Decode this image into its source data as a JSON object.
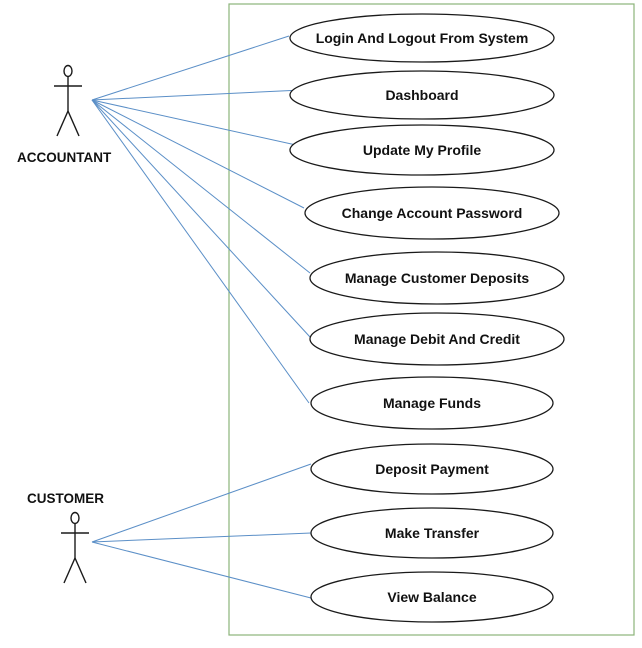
{
  "actors": [
    {
      "id": "accountant",
      "label": "ACCOUNTANT",
      "icon": "stick-figure-icon"
    },
    {
      "id": "customer",
      "label": "CUSTOMER",
      "icon": "stick-figure-icon"
    }
  ],
  "use_cases": [
    {
      "id": "login-logout",
      "label": "Login And Logout From System",
      "actor": "accountant"
    },
    {
      "id": "dashboard",
      "label": "Dashboard",
      "actor": "accountant"
    },
    {
      "id": "update-profile",
      "label": "Update My Profile",
      "actor": "accountant"
    },
    {
      "id": "change-password",
      "label": "Change Account Password",
      "actor": "accountant"
    },
    {
      "id": "manage-deposits",
      "label": "Manage Customer Deposits",
      "actor": "accountant"
    },
    {
      "id": "manage-debit-credit",
      "label": "Manage Debit And Credit",
      "actor": "accountant"
    },
    {
      "id": "manage-funds",
      "label": "Manage Funds",
      "actor": "accountant"
    },
    {
      "id": "deposit-payment",
      "label": "Deposit Payment",
      "actor": "customer"
    },
    {
      "id": "make-transfer",
      "label": "Make Transfer",
      "actor": "customer"
    },
    {
      "id": "view-balance",
      "label": "View Balance",
      "actor": "customer"
    }
  ],
  "colors": {
    "boundary": "#8bb37a",
    "association": "#5b8fc7",
    "outline": "#1a1a1a"
  }
}
